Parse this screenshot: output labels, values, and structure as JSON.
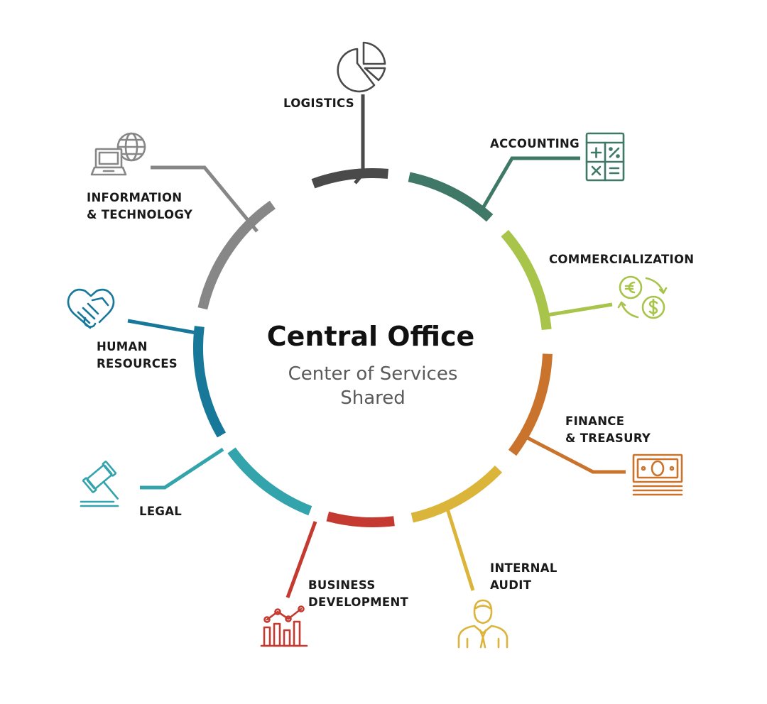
{
  "center": {
    "title": "Central Office",
    "subtitle_line1": "Center of Services",
    "subtitle_line2": "Shared"
  },
  "departments": [
    {
      "id": "logistics",
      "line1": "LOGISTICS",
      "line2": "",
      "color": "#4a4a4a",
      "icon": "pie-chart-icon"
    },
    {
      "id": "accounting",
      "line1": "ACCOUNTING",
      "line2": "",
      "color": "#3f7867",
      "icon": "calculator-icon"
    },
    {
      "id": "commercialization",
      "line1": "COMMERCIALIZATION",
      "line2": "",
      "color": "#a8c44a",
      "icon": "currency-exchange-icon"
    },
    {
      "id": "finance",
      "line1": "FINANCE",
      "line2": "& TREASURY",
      "color": "#c9732c",
      "icon": "banknotes-icon"
    },
    {
      "id": "internal-audit",
      "line1": "INTERNAL",
      "line2": "AUDIT",
      "color": "#dbb43a",
      "icon": "businessman-icon"
    },
    {
      "id": "business-development",
      "line1": "BUSINESS",
      "line2": "DEVELOPMENT",
      "color": "#c43a30",
      "icon": "growth-chart-icon"
    },
    {
      "id": "legal",
      "line1": "LEGAL",
      "line2": "",
      "color": "#33a3ac",
      "icon": "gavel-icon"
    },
    {
      "id": "human-resources",
      "line1": "HUMAN",
      "line2": "RESOURCES",
      "color": "#17789a",
      "icon": "handshake-icon"
    },
    {
      "id": "information-technology",
      "line1": "INFORMATION",
      "line2": "& TECHNOLOGY",
      "color": "#878787",
      "icon": "computer-globe-icon"
    }
  ]
}
